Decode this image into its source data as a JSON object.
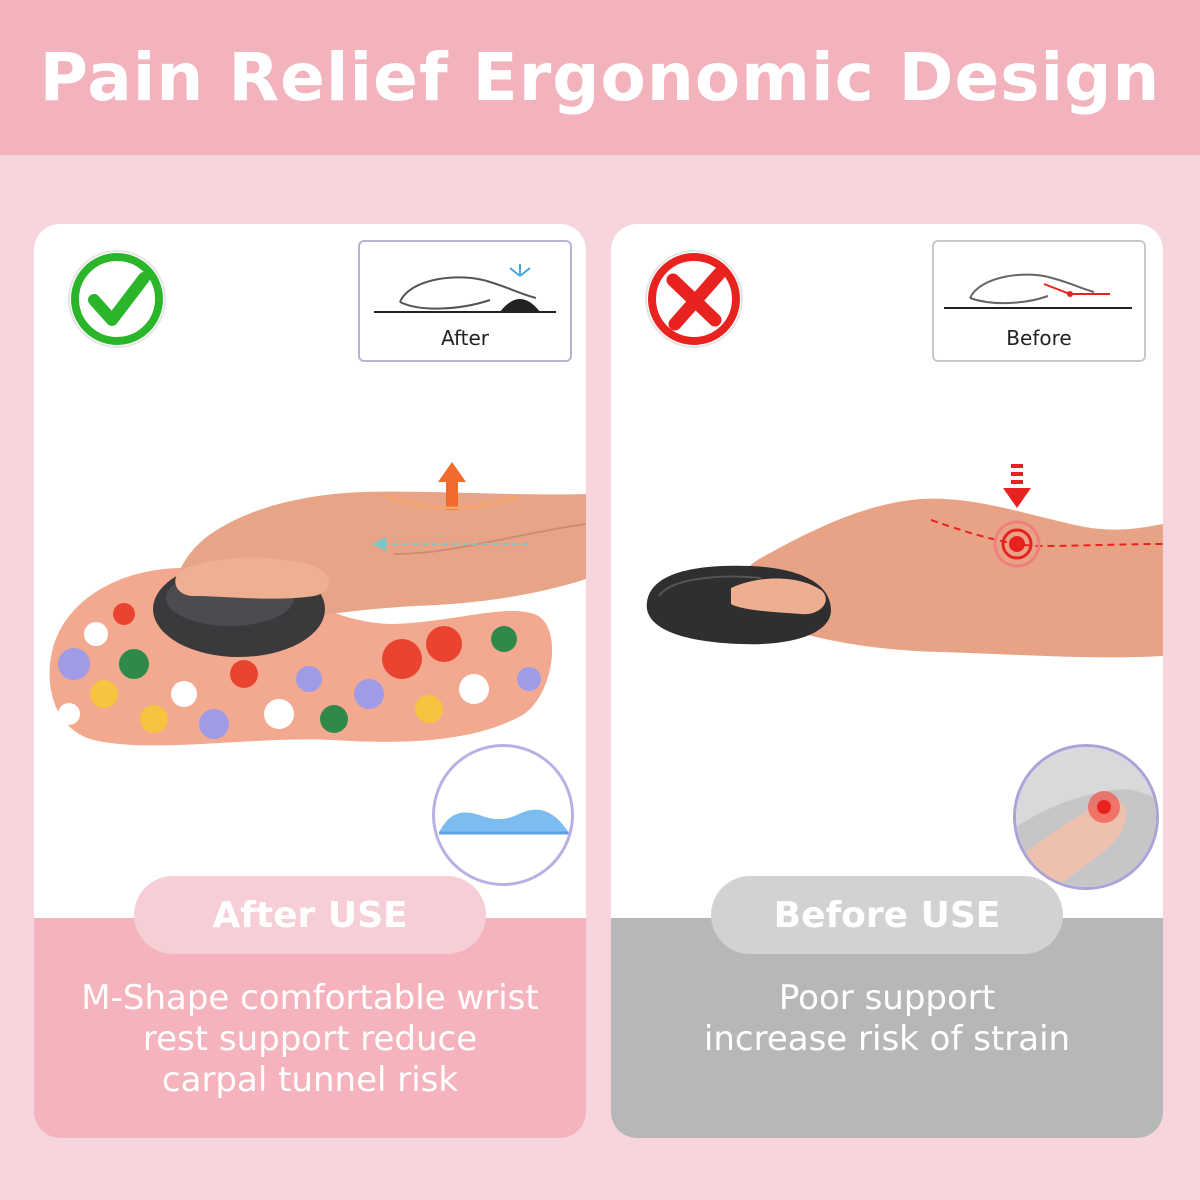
{
  "banner": {
    "title": "Pain Relief Ergonomic Design"
  },
  "panels": {
    "after": {
      "status_icon": "check-icon",
      "box_label": "After",
      "pill_label": "After USE",
      "description_lines": [
        "M-Shape comfortable wrist",
        "rest support reduce",
        "carpal tunnel risk"
      ]
    },
    "before": {
      "status_icon": "cross-icon",
      "box_label": "Before",
      "pill_label": "Before USE",
      "description_lines": [
        "Poor support",
        "increase risk of strain"
      ]
    }
  },
  "colors": {
    "banner": "#f2b3bd",
    "background": "#f6d6dc",
    "after_accent": "#f4b3bd",
    "before_accent": "#b7b7b9",
    "check_green": "#2bb52b",
    "cross_red": "#e8231f"
  }
}
